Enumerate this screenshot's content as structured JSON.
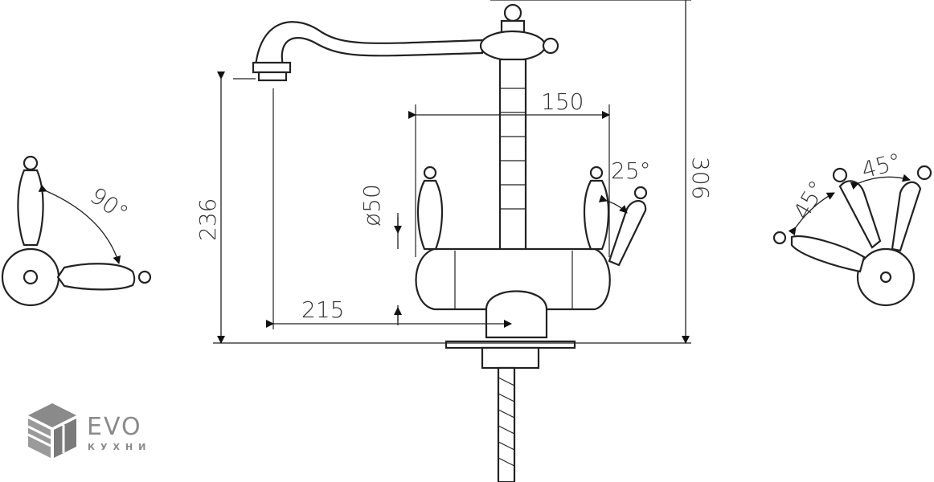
{
  "dimensions": {
    "spout_width": "150",
    "handle_angle_front": "25°",
    "total_height": "306",
    "spout_height": "236",
    "body_diameter": "ø50",
    "spout_reach": "215",
    "side_handle_angle": "90°",
    "right_angle_a": "45°",
    "right_angle_b": "45°"
  },
  "logo": {
    "brand": "EVO",
    "subtitle": "КУХНИ"
  }
}
